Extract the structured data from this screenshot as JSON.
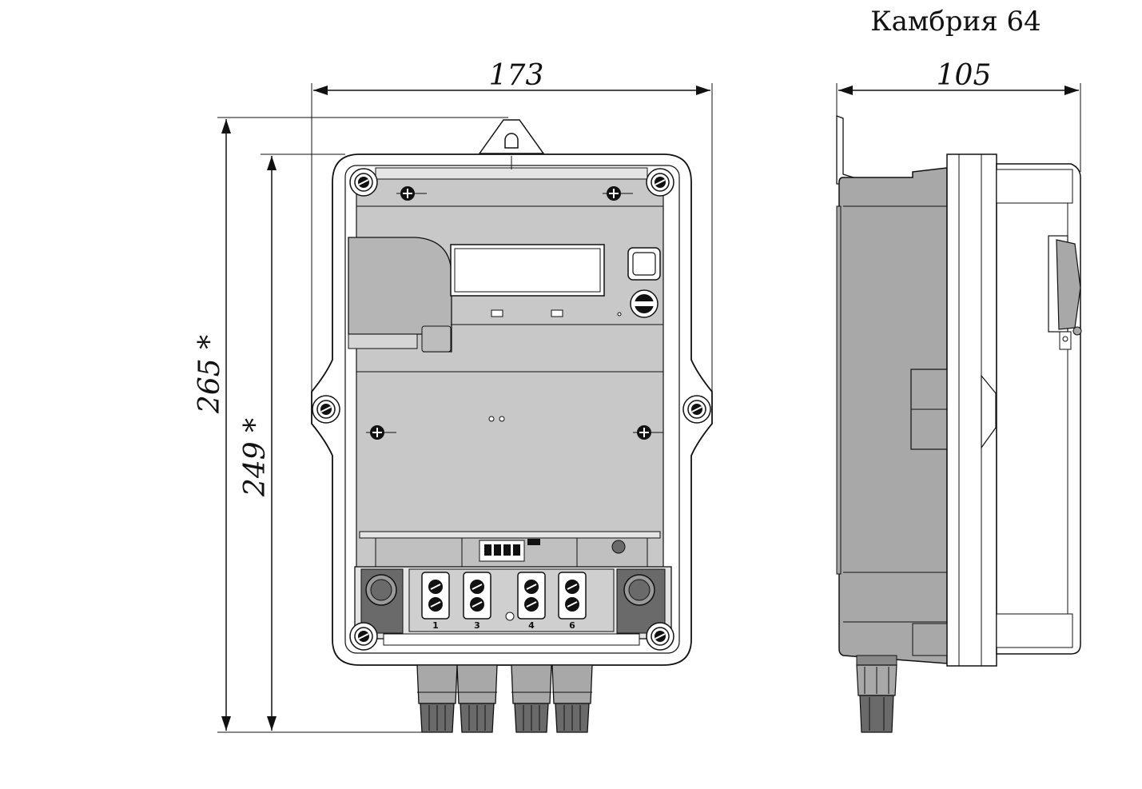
{
  "title": "Камбрия 64",
  "dimensions": {
    "front_width": "173",
    "side_depth": "105",
    "total_height": "265 *",
    "body_height": "249 *"
  },
  "terminals": [
    "1",
    "3",
    "4",
    "6"
  ],
  "colors": {
    "line": "#111111",
    "housing_gray": "#a8a8a8",
    "panel_gray": "#c8c8c8",
    "light_gray": "#e4e4e4",
    "dark_block": "#6a6a6a"
  }
}
